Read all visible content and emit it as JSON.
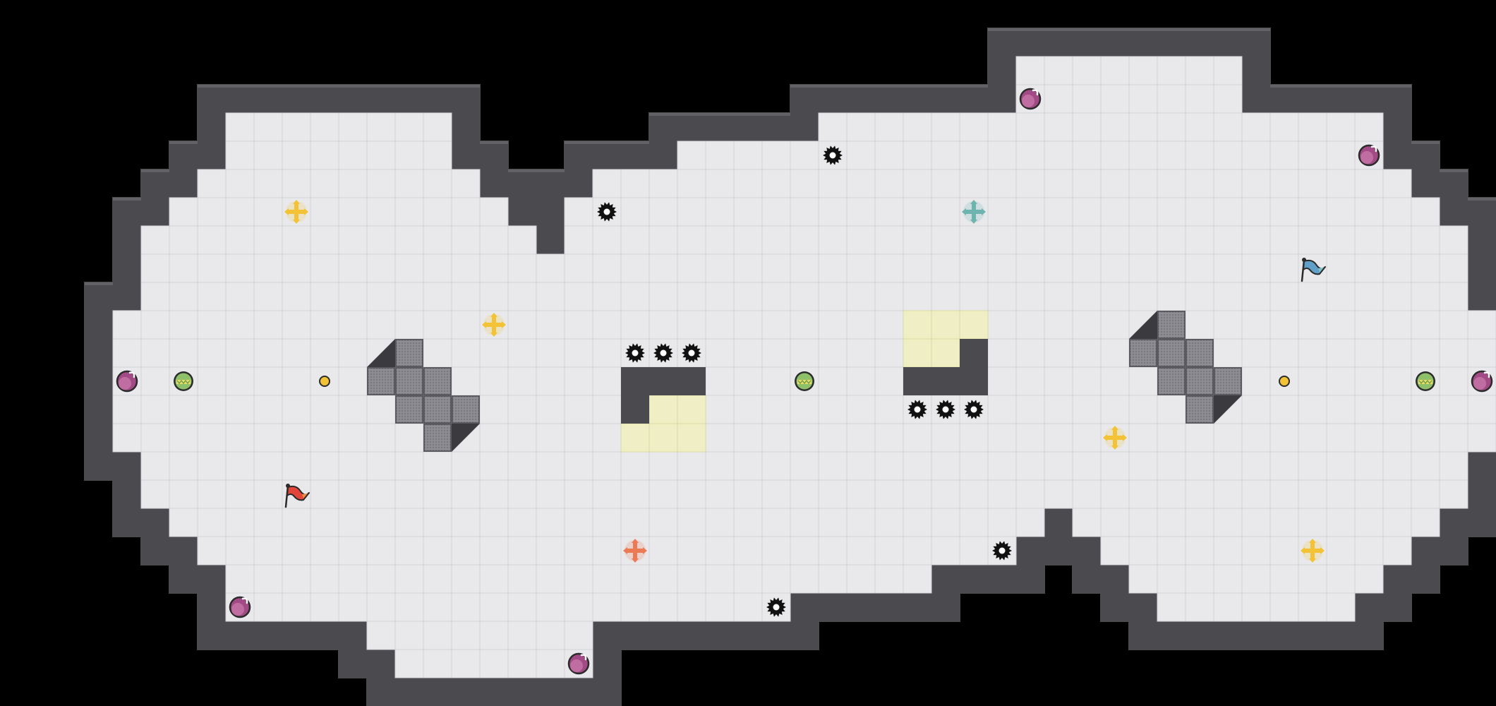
{
  "game": {
    "board": {
      "background": "#000000",
      "floor_color": "#e9e9ec",
      "grid_line_color": "#d3d3d8",
      "wall_color": "#4a4a4f",
      "wall_highlight": "#616166",
      "floor_rows": [
        {
          "row": 1,
          "spans": [
            [
              34,
              41
            ]
          ]
        },
        {
          "row": 2,
          "spans": [
            [
              34,
              41
            ]
          ]
        },
        {
          "row": 3,
          "spans": [
            [
              6,
              13
            ],
            [
              27,
              46
            ]
          ]
        },
        {
          "row": 4,
          "spans": [
            [
              6,
              13
            ],
            [
              22,
              46
            ]
          ]
        },
        {
          "row": 5,
          "spans": [
            [
              5,
              14
            ],
            [
              19,
              47
            ]
          ]
        },
        {
          "row": 6,
          "spans": [
            [
              4,
              15
            ],
            [
              18,
              48
            ]
          ]
        },
        {
          "row": 7,
          "spans": [
            [
              3,
              16
            ],
            [
              18,
              49
            ]
          ]
        },
        {
          "row": 8,
          "spans": [
            [
              3,
              49
            ]
          ]
        },
        {
          "row": 9,
          "spans": [
            [
              3,
              49
            ]
          ]
        },
        {
          "row": 10,
          "spans": [
            [
              2,
              50
            ]
          ]
        },
        {
          "row": 11,
          "spans": [
            [
              2,
              50
            ]
          ]
        },
        {
          "row": 12,
          "spans": [
            [
              2,
              50
            ]
          ]
        },
        {
          "row": 13,
          "spans": [
            [
              2,
              50
            ]
          ]
        },
        {
          "row": 14,
          "spans": [
            [
              2,
              50
            ]
          ]
        },
        {
          "row": 15,
          "spans": [
            [
              3,
              49
            ]
          ]
        },
        {
          "row": 16,
          "spans": [
            [
              3,
              49
            ]
          ]
        },
        {
          "row": 17,
          "spans": [
            [
              4,
              34
            ],
            [
              36,
              48
            ]
          ]
        },
        {
          "row": 18,
          "spans": [
            [
              5,
              33
            ],
            [
              37,
              47
            ]
          ]
        },
        {
          "row": 19,
          "spans": [
            [
              6,
              30
            ],
            [
              38,
              46
            ]
          ]
        },
        {
          "row": 20,
          "spans": [
            [
              6,
              25
            ],
            [
              39,
              45
            ]
          ]
        },
        {
          "row": 21,
          "spans": [
            [
              11,
              18
            ]
          ]
        },
        {
          "row": 22,
          "spans": [
            [
              12,
              18
            ]
          ]
        }
      ],
      "metal_blocks": [
        [
          12,
          11
        ],
        [
          11,
          12
        ],
        [
          12,
          12
        ],
        [
          13,
          12
        ],
        [
          12,
          13
        ],
        [
          13,
          13
        ],
        [
          14,
          13
        ],
        [
          13,
          14
        ],
        [
          39,
          10
        ],
        [
          38,
          11
        ],
        [
          39,
          11
        ],
        [
          40,
          11
        ],
        [
          39,
          12
        ],
        [
          40,
          12
        ],
        [
          41,
          12
        ],
        [
          40,
          13
        ]
      ],
      "ramps": [
        {
          "cell": [
            11,
            11
          ],
          "dir": "up-right"
        },
        {
          "cell": [
            14,
            14
          ],
          "dir": "down-left"
        },
        {
          "cell": [
            38,
            10
          ],
          "dir": "up-right"
        },
        {
          "cell": [
            41,
            13
          ],
          "dir": "down-left"
        }
      ],
      "inner_walls": [
        [
          20,
          12
        ],
        [
          21,
          12
        ],
        [
          22,
          12
        ],
        [
          20,
          13
        ],
        [
          32,
          11
        ],
        [
          32,
          12
        ],
        [
          30,
          12
        ],
        [
          31,
          12
        ]
      ],
      "yellow_tiles": [
        [
          21,
          13
        ],
        [
          22,
          13
        ],
        [
          20,
          14
        ],
        [
          21,
          14
        ],
        [
          22,
          14
        ],
        [
          30,
          10
        ],
        [
          31,
          10
        ],
        [
          32,
          10
        ],
        [
          30,
          11
        ],
        [
          31,
          11
        ]
      ],
      "spikes": [
        [
          27,
          4
        ],
        [
          19,
          6
        ],
        [
          20,
          11
        ],
        [
          21,
          11
        ],
        [
          22,
          11
        ],
        [
          30,
          13
        ],
        [
          31,
          13
        ],
        [
          32,
          13
        ],
        [
          33,
          18
        ],
        [
          25,
          20
        ]
      ],
      "balls": [
        [
          34,
          2
        ],
        [
          46,
          4
        ],
        [
          2,
          12
        ],
        [
          50,
          12
        ],
        [
          6,
          20
        ],
        [
          18,
          22
        ]
      ],
      "green_markers": [
        [
          4,
          12
        ],
        [
          26,
          12
        ],
        [
          48,
          12
        ]
      ],
      "yellow_dots": [
        [
          9,
          12
        ],
        [
          43,
          12
        ]
      ],
      "crosses": [
        {
          "cell": [
            8,
            6
          ],
          "color": "#f2c335"
        },
        {
          "cell": [
            15,
            10
          ],
          "color": "#f2c335"
        },
        {
          "cell": [
            32,
            6
          ],
          "color": "#6fb3b0"
        },
        {
          "cell": [
            37,
            14
          ],
          "color": "#f2c335"
        },
        {
          "cell": [
            20,
            18
          ],
          "color": "#ec7b55"
        },
        {
          "cell": [
            44,
            18
          ],
          "color": "#f2c335"
        }
      ],
      "flags": [
        {
          "cell": [
            8,
            16
          ],
          "color": "#e2453a",
          "accent": "#f08a3c"
        },
        {
          "cell": [
            44,
            8
          ],
          "color": "#5f9fc8",
          "accent": "#7fc0c6"
        }
      ]
    }
  }
}
